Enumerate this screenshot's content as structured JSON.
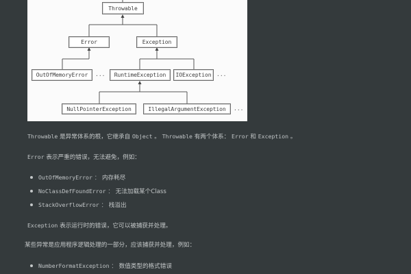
{
  "diagram": {
    "nodes": {
      "throwable": "Throwable",
      "error": "Error",
      "exception": "Exception",
      "out_of_memory_error": "OutOfMemoryError",
      "runtime_exception": "RuntimeException",
      "io_exception": "IOException",
      "null_pointer_exception": "NullPointerException",
      "illegal_argument_exception": "IllegalArgumentException"
    },
    "ellipsis": "..."
  },
  "content": {
    "para1": {
      "t1": "Throwable",
      "t2": " 是异常体系的根，它继承自 ",
      "t3": "Object",
      "t4": " 。 ",
      "t5": "Throwable",
      "t6": " 有两个体系： ",
      "t7": "Error",
      "t8": " 和 ",
      "t9": "Exception",
      "t10": " 。"
    },
    "para2": {
      "t1": "Error",
      "t2": " 表示严重的错误，无法避免，例如："
    },
    "error_list": [
      {
        "name": "OutOfMemoryError",
        "sep": " ： ",
        "desc": "内存耗尽"
      },
      {
        "name": "NoClassDefFoundError",
        "sep": " ： ",
        "desc": "无法加载某个Class"
      },
      {
        "name": "StackOverflowError",
        "sep": " ： ",
        "desc": "栈溢出"
      }
    ],
    "para3": {
      "t1": "Exception",
      "t2": " 表示运行时的错误，它可以被捕获并处理。"
    },
    "para4": "某些异常是应用程序逻辑处理的一部分，应该捕获并处理，例如：",
    "exception_list": [
      {
        "name": "NumberFormatException",
        "sep": " ： ",
        "desc": "数值类型的格式错误"
      }
    ]
  },
  "colors": {
    "page_background": "#343a3c",
    "text": "#c3c7c8",
    "figure_background": "#fbfbfb"
  }
}
